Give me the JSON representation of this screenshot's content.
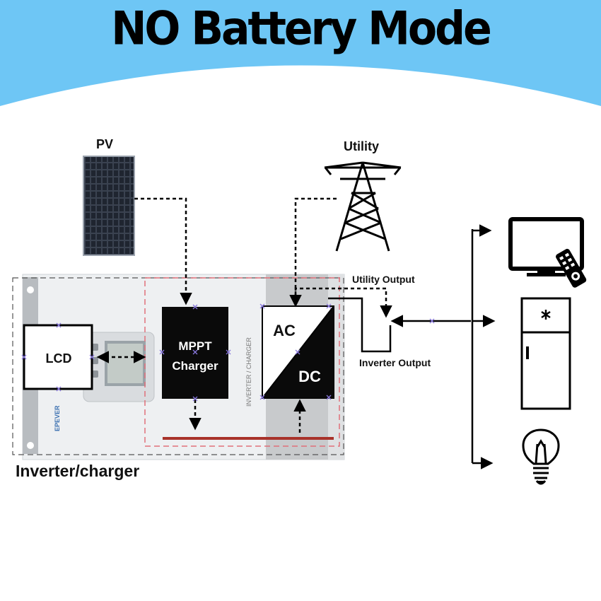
{
  "title": "NO Battery Mode",
  "labels": {
    "pv": "PV",
    "utility": "Utility",
    "lcd": "LCD",
    "mppt_line1": "MPPT",
    "mppt_line2": "Charger",
    "ac": "AC",
    "dc": "DC",
    "utility_output": "Utility Output",
    "inverter_output": "Inverter Output",
    "inverter_charger": "Inverter/charger",
    "device_side_text": "INVERTER / CHARGER",
    "device_brand": "EPEVER"
  },
  "colors": {
    "banner": "#6ec6f5",
    "box_black": "#0a0a0a",
    "bus_red": "#a8322a",
    "outline_red": "#e0707a",
    "dashed_grey": "#555555",
    "marker": "#8877dd"
  },
  "icons": [
    "solar-panel-icon",
    "transmission-tower-icon",
    "television-icon",
    "remote-control-icon",
    "refrigerator-icon",
    "light-bulb-icon"
  ]
}
